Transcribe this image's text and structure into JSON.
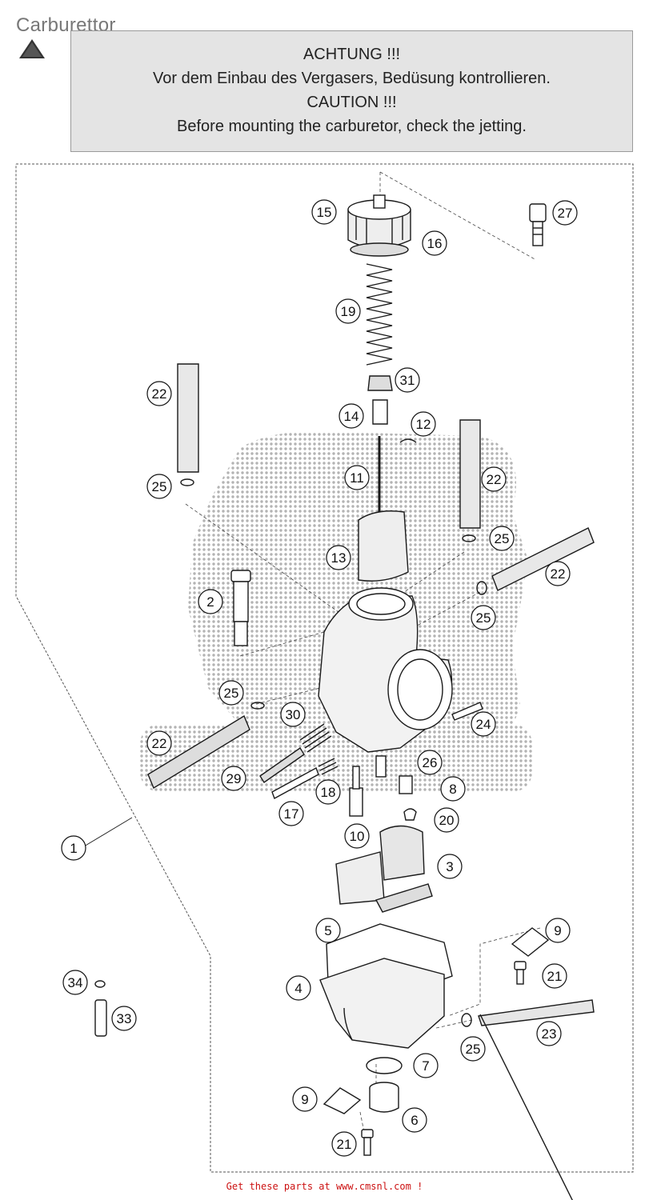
{
  "page": {
    "title": "Carburettor",
    "icon": "warning-triangle-icon"
  },
  "notice": {
    "line1": "ACHTUNG !!!",
    "line2": "Vor dem Einbau des Vergasers, Bedüsung kontrollieren.",
    "line3": "CAUTION !!!",
    "line4": "Before mounting the carburetor, check the jetting."
  },
  "callouts": [
    {
      "n": "15"
    },
    {
      "n": "16"
    },
    {
      "n": "27"
    },
    {
      "n": "19"
    },
    {
      "n": "31"
    },
    {
      "n": "22"
    },
    {
      "n": "14"
    },
    {
      "n": "12"
    },
    {
      "n": "11"
    },
    {
      "n": "25"
    },
    {
      "n": "22"
    },
    {
      "n": "25"
    },
    {
      "n": "13"
    },
    {
      "n": "22"
    },
    {
      "n": "2"
    },
    {
      "n": "25"
    },
    {
      "n": "25"
    },
    {
      "n": "30"
    },
    {
      "n": "24"
    },
    {
      "n": "22"
    },
    {
      "n": "26"
    },
    {
      "n": "29"
    },
    {
      "n": "18"
    },
    {
      "n": "8"
    },
    {
      "n": "17"
    },
    {
      "n": "20"
    },
    {
      "n": "10"
    },
    {
      "n": "1"
    },
    {
      "n": "3"
    },
    {
      "n": "5"
    },
    {
      "n": "9"
    },
    {
      "n": "4"
    },
    {
      "n": "21"
    },
    {
      "n": "34"
    },
    {
      "n": "33"
    },
    {
      "n": "23"
    },
    {
      "n": "25"
    },
    {
      "n": "7"
    },
    {
      "n": "9"
    },
    {
      "n": "6"
    },
    {
      "n": "21"
    }
  ],
  "footer": {
    "text": "Get these parts at www.cmsnl.com !"
  },
  "colors": {
    "ink": "#1a1a1a",
    "halftone": "#b8b8b8",
    "notice_bg": "#e4e4e4",
    "footer": "#cc1111"
  }
}
